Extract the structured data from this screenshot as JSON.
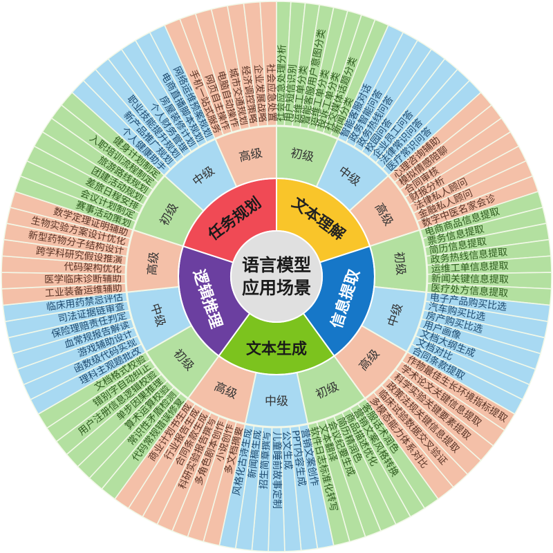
{
  "center": {
    "title_line1": "语言模型",
    "title_line2": "应用场景",
    "fill": "#e0e0e0"
  },
  "colors": {
    "level_初级": "#b3e0a0",
    "level_中级": "#a8d9f2",
    "level_高级": "#f4c0a8",
    "text_初级": "#2e5a1e",
    "text_中级": "#1e4a6e",
    "text_高级": "#5a3426",
    "divider": "#f2f8e8"
  },
  "categories": [
    {
      "name": "文本理解",
      "color": "#f9c52a",
      "text_color": "#222222",
      "levels": [
        {
          "level": "初级",
          "items": [
            "社会应急处理分析",
            "用户短信识别",
            "运维工单分类",
            "智能客服用户意图分类",
            "运维工单分类",
            "投诉工单分类",
            "社交媒体话题分类",
            "新闻分类"
          ]
        },
        {
          "level": "中级",
          "items": [
            "智能客服对话",
            "政务智能问答",
            "政务热线问答",
            "校园问答",
            "企业员工问答",
            "法律常识问答",
            "医疗常识问答"
          ]
        },
        {
          "level": "高级",
          "items": [
            "心理咨询辅助",
            "模拟情感陪聊",
            "合同审核",
            "财报分析",
            "法律私人顾问",
            "金融私人顾问",
            "数字中医名家会诊"
          ]
        }
      ]
    },
    {
      "name": "信息提取",
      "color": "#1677c8",
      "text_color": "#ffffff",
      "levels": [
        {
          "level": "初级",
          "items": [
            "电商商品信息提取",
            "票务信息提取",
            "简历信息提取",
            "政务热线信息提取",
            "运维工单信息提取",
            "新闻关键信息提取",
            "医疗处方信息提取"
          ]
        },
        {
          "level": "中级",
          "items": [
            "电子产品购买比选",
            "汽车购买比选",
            "房产购买比选",
            "用户画像",
            "文档大纲生成",
            "文档对比",
            "合同条款提取"
          ]
        },
        {
          "level": "高级",
          "items": [
            "作物最佳生长环境指标提取",
            "学术论文关键信息提取",
            "科学实验关键要素提取",
            "政策法规关键信息提取",
            "临床试验数据交叉验证",
            "多模态能力体系对比"
          ]
        }
      ]
    },
    {
      "name": "文本生成",
      "color": "#7cc31e",
      "text_color": "#1a1a1a",
      "levels": [
        {
          "level": "初级",
          "items": [
            "客服话术润色",
            "营销文案风格转换",
            "商品描述优化",
            "简历精润色",
            "会议纪要生成",
            "文本翻译",
            "软件日志标准化转写"
          ]
        },
        {
          "level": "中级",
          "items": [
            "营销文案创作",
            "PPT内容生成",
            "公文生成",
            "儿童睡前故事定制",
            "招生简章撰写",
            "新闻稿生成",
            "风格化古诗生成"
          ]
        },
        {
          "level": "高级",
          "items": [
            "多文档摘要",
            "小说创作",
            "多角色剧本创作",
            "科研实验报告撰写",
            "合同条款生成",
            "行业报告生成",
            "商业计划书生成"
          ]
        }
      ]
    },
    {
      "name": "逻辑推理",
      "color": "#6b3fa0",
      "text_color": "#ffffff",
      "levels": [
        {
          "level": "初级",
          "items": [
            "代码常规错误修复",
            "常识性矛盾检测",
            "算术运算校验",
            "单步因果推理",
            "用户注册信息逻辑校验",
            "错别字自动纠正",
            "文档格式校验"
          ]
        },
        {
          "level": "中级",
          "items": [
            "理科主观题批改",
            "函数级代码实现",
            "游戏辅助设计",
            "血常规报告解读",
            "保险理赔责任判定",
            "司法证据链审查",
            "临床用药禁忌评估"
          ]
        },
        {
          "level": "高级",
          "items": [
            "工业装备运维辅助",
            "医学临床诊断辅助",
            "代码架构优化",
            "跨学科研究假设推演",
            "新型药物分子结构设计",
            "生物实验方案设计优化",
            "数学定理证明辅助"
          ]
        }
      ]
    },
    {
      "name": "任务规划",
      "color": "#f04a55",
      "text_color": "#1a1a1a",
      "levels": [
        {
          "level": "初级",
          "items": [
            "赛事活动策划",
            "会议计划制定",
            "差旅日程安排",
            "团建活动规划",
            "旅游路线规划",
            "入职培训流程制定",
            "健身计划制定"
          ]
        },
        {
          "level": "中级",
          "items": [
            "个人健康助手",
            "新产品推广规划",
            "职业技能提升规划",
            "个人财务管理",
            "房屋装修计划",
            "电商直播脚本规划",
            "网络运维预案规划"
          ]
        },
        {
          "level": "高级",
          "items": [
            "手机一站式服务",
            "网页自主操作",
            "电脑自动操作",
            "城市交通规划",
            "经济调控策略",
            "企业发展战略",
            "社会应急处置"
          ]
        }
      ]
    }
  ]
}
